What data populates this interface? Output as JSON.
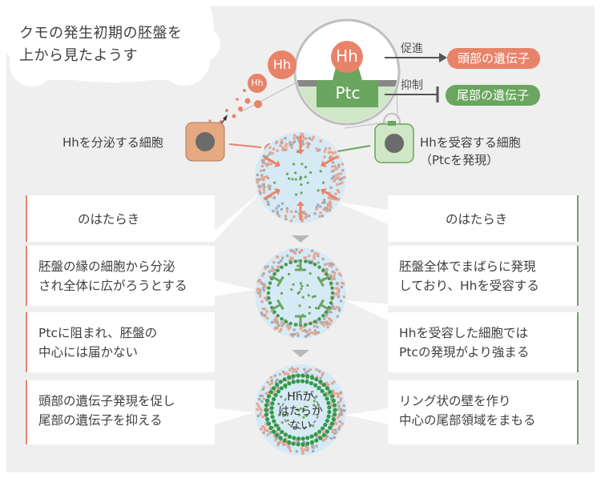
{
  "title_line1": "クモの発生初期の胚盤を",
  "title_line2": "上から見たようす",
  "hh_label": "Hh",
  "ptc_label": "Ptc",
  "promote_label": "促進",
  "inhibit_label": "抑制",
  "head_genes": "頭部の遺伝子",
  "tail_genes": "尾部の遺伝子",
  "secreting_cell": "Hhを分泌する細胞",
  "receiving_cell_line1": "Hhを受容する細胞",
  "receiving_cell_line2": "（Ptcを発現）",
  "hh_work_suffix": "のはたらき",
  "ptc_work_suffix": "のはたらき",
  "left_panels": [
    [
      "胚盤の縁の細胞から分泌",
      "され全体に広がろうとする"
    ],
    [
      "Ptcに阻まれ、胚盤の",
      "中心には届かない"
    ],
    [
      "頭部の遺伝子発現を促し",
      "尾部の遺伝子を抑える"
    ]
  ],
  "right_panels": [
    [
      "胚盤全体でまばらに発現",
      "しており、Hhを受容する"
    ],
    [
      "Hhを受容した細胞では",
      "Ptcの発現がより強まる"
    ],
    [
      "リング状の壁を作り",
      "中心の尾部領域をまもる"
    ]
  ],
  "center_line1": "Hhが",
  "center_line2": "はたらか",
  "center_line3": "ない",
  "colors": {
    "hh": "#e8836a",
    "ptc": "#6aa65f",
    "disc": "#d6eaf5",
    "gray_bg": "#efefef"
  }
}
